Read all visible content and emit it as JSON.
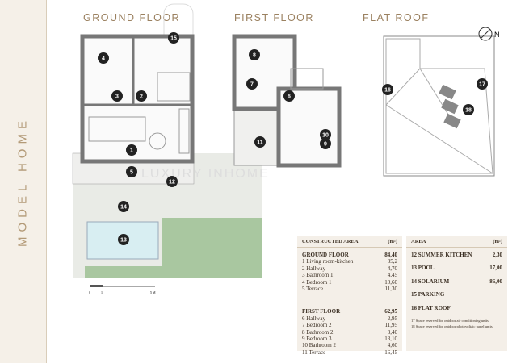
{
  "side_title": "MODEL HOME",
  "floors": {
    "ground": "GROUND FLOOR",
    "first": "FIRST FLOOR",
    "roof": "FLAT ROOF"
  },
  "compass": "N",
  "watermark": "LUXURY INHOME",
  "scale_labels": [
    "0",
    "1",
    "5 M"
  ],
  "markers": {
    "ground": [
      "4",
      "15",
      "3",
      "2",
      "1",
      "5",
      "12",
      "14",
      "13"
    ],
    "first": [
      "8",
      "7",
      "6",
      "11",
      "9",
      "10"
    ],
    "roof": [
      "16",
      "17",
      "18"
    ]
  },
  "constructed": {
    "header": "CONSTRUCTED AREA",
    "unit": "(m²)",
    "ground": {
      "label": "GROUND FLOOR",
      "total": "84,40",
      "rows": [
        [
          "1 Living room-kitchen",
          "35,2"
        ],
        [
          "2 Hallway",
          "4,70"
        ],
        [
          "3 Bathroom 1",
          "4,45"
        ],
        [
          "4 Bedroom 1",
          "10,60"
        ],
        [
          "5 Terrace",
          "11,30"
        ]
      ]
    },
    "first": {
      "label": "FIRST FLOOR",
      "total": "62,95",
      "rows": [
        [
          "6 Hallway",
          "2,95"
        ],
        [
          "7 Bedroom 2",
          "11,95"
        ],
        [
          "8 Bathroom 2",
          "3,40"
        ],
        [
          "9 Bedroom 3",
          "13,10"
        ],
        [
          "10 Bathroom 2",
          "4,60"
        ],
        [
          "11 Terrace",
          "16,45"
        ]
      ]
    }
  },
  "area": {
    "header": "AREA",
    "unit": "(m²)",
    "rows": [
      [
        "12 SUMMER KITCHEN",
        "2,30"
      ],
      [
        "13 POOL",
        "17,00"
      ],
      [
        "14 SOLARIUM",
        "86,00"
      ],
      [
        "15 PARKING",
        ""
      ],
      [
        "16 FLAT ROOF",
        ""
      ]
    ],
    "notes": [
      "17 Space reserved for outdoor air conditioning units",
      "18 Space reserved for outdoor photovoltaic panel units"
    ]
  }
}
